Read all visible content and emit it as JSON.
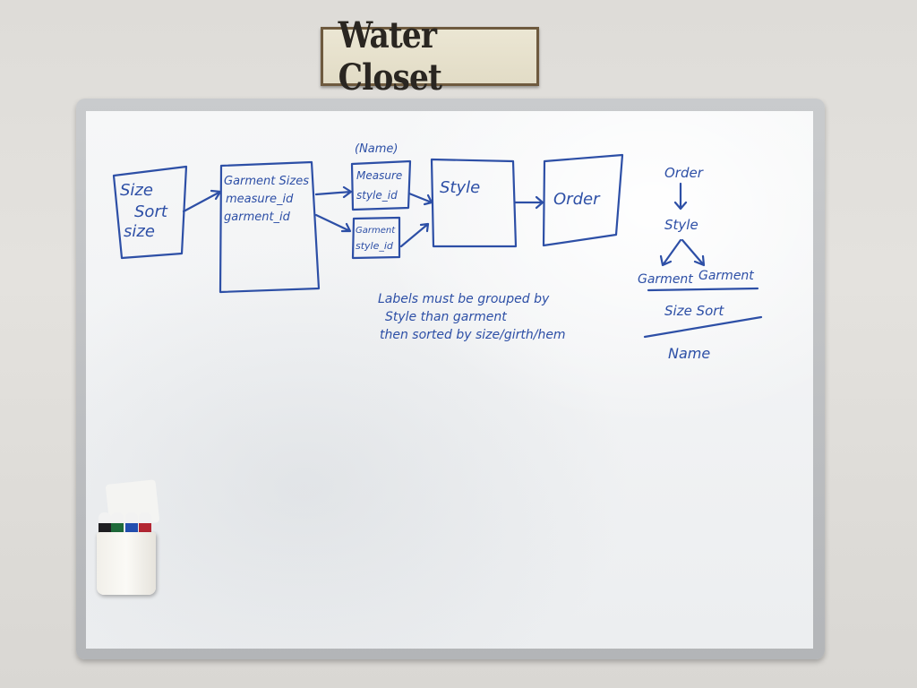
{
  "sign": {
    "text": "Water Closet"
  },
  "whiteboard": {
    "left_box_lines": [
      "Size",
      "Sort",
      "size"
    ],
    "garment_sizes_box": {
      "lines": [
        "Garment Sizes",
        "measure_id",
        "garment_id"
      ]
    },
    "name_annotation": "(Name)",
    "measure_box": {
      "lines": [
        "Measure",
        "style_id"
      ]
    },
    "garment_box": {
      "lines": [
        "Garment",
        "style_id"
      ]
    },
    "style_box": {
      "text": "Style"
    },
    "order_box": {
      "text": "Order"
    },
    "note_lines": [
      "Labels must be grouped by",
      "Style than garment",
      "then sorted by size/girth/hem"
    ],
    "hierarchy": {
      "top": "Order",
      "middle": "Style",
      "left": "Garment",
      "right": "Garment",
      "sort_label": "Size Sort",
      "bottom": "Name"
    }
  },
  "ink_color": "#2d4fa6"
}
